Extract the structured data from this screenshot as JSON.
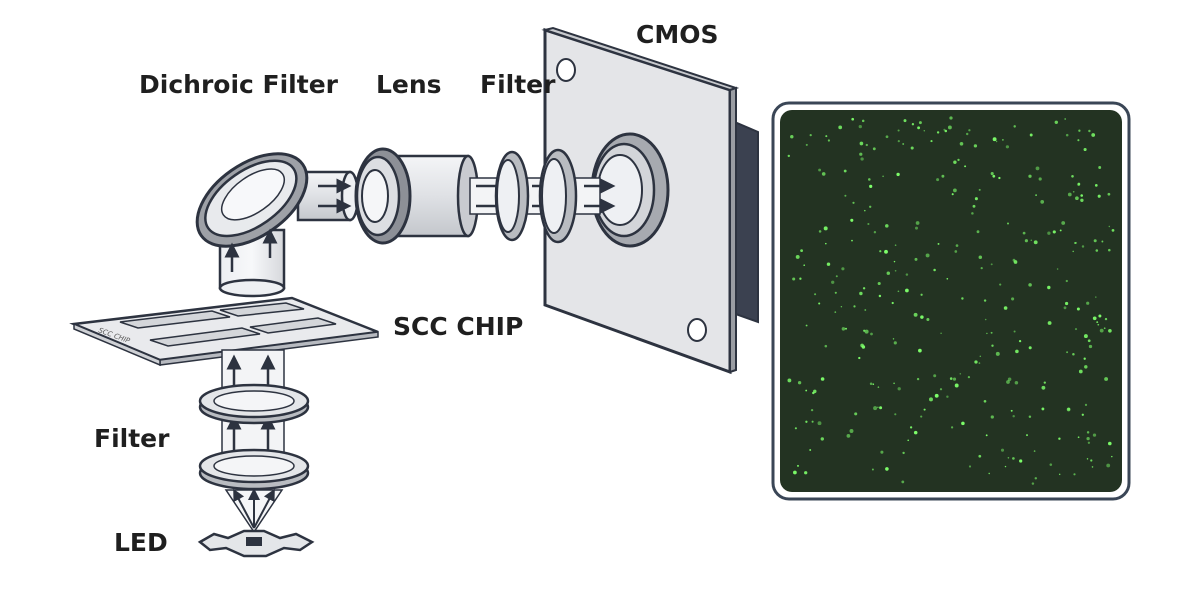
{
  "labels": {
    "cmos": "CMOS",
    "dichroic_filter": "Dichroic Filter",
    "lens": "Lens",
    "filter_top": "Filter",
    "scc_chip": "SCC CHIP",
    "filter_bottom": "Filter",
    "led": "LED",
    "chip_engraving": "SCC CHIP"
  },
  "colors": {
    "outline": "#2d3340",
    "metal_light": "#e6e7ea",
    "metal_mid": "#c9cbd0",
    "metal_dark": "#8d9097",
    "glass": "#eef0f3",
    "image_bg": "#233322",
    "image_frame": "#3a4656",
    "spot": "#7dff6a"
  },
  "micrograph": {
    "spot_count": 320
  }
}
